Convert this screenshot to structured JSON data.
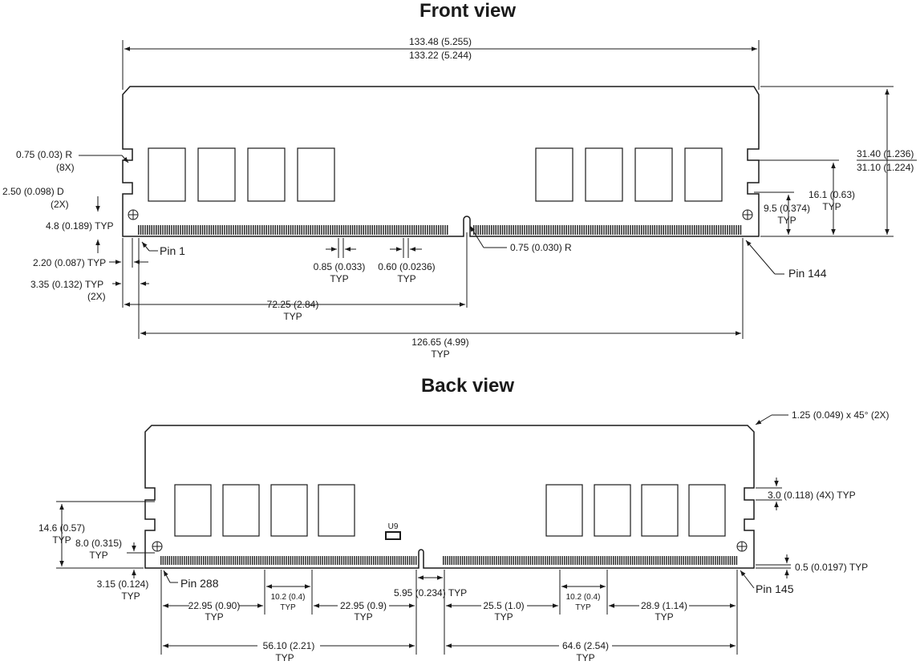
{
  "front": {
    "title": "Front view",
    "width_max": "133.48 (5.255)",
    "width_min": "133.22 (5.244)",
    "height_max": "31.40 (1.236)",
    "height_min": "31.10 (1.224)",
    "notch_radius": "0.75 (0.03) R",
    "notch_radius_count": "(8X)",
    "hole_diameter": "2.50 (0.098) D",
    "hole_count": "(2X)",
    "hole_height": "4.8 (0.189) TYP",
    "pin1": "Pin 1",
    "pin144": "Pin 144",
    "edge_offset": "2.20 (0.087) TYP",
    "pin_offset": "3.35 (0.132) TYP",
    "pin_offset_count": "(2X)",
    "pin_width": "0.85 (0.033)",
    "pin_width_typ": "TYP",
    "pin_gap": "0.60 (0.0236)",
    "pin_gap_typ": "TYP",
    "key_radius": "0.75 (0.030) R",
    "key_notch_height": "9.5 (0.374)",
    "key_notch_height_typ": "TYP",
    "side_notch_height": "16.1 (0.63)",
    "side_notch_height_typ": "TYP",
    "key_position": "72.25 (2.84)",
    "key_position_typ": "TYP",
    "pin_span": "126.65 (4.99)",
    "pin_span_typ": "TYP"
  },
  "back": {
    "title": "Back view",
    "chamfer": "1.25 (0.049) x 45° (2X)",
    "notch_height": "3.0 (0.118) (4X) TYP",
    "side_height": "14.6 (0.57)",
    "side_height_typ": "TYP",
    "hole_height": "8.0 (0.315)",
    "hole_height_typ": "TYP",
    "chip_label": "U9",
    "pin288": "Pin 288",
    "pin145": "Pin 145",
    "edge_gap": "3.15 (0.124)",
    "edge_gap_typ": "TYP",
    "key_width": "5.95 (0.234) TYP",
    "contact_thickness": "0.5 (0.0197) TYP",
    "left_seg1": "22.95 (0.90)",
    "left_seg1_typ": "TYP",
    "left_mid": "10.2 (0.4)",
    "left_mid_typ": "TYP",
    "left_seg2": "22.95 (0.9)",
    "left_seg2_typ": "TYP",
    "right_seg1": "25.5 (1.0)",
    "right_seg1_typ": "TYP",
    "right_mid": "10.2 (0.4)",
    "right_mid_typ": "TYP",
    "right_seg2": "28.9 (1.14)",
    "right_seg2_typ": "TYP",
    "left_span": "56.10 (2.21)",
    "left_span_typ": "TYP",
    "right_span": "64.6 (2.54)",
    "right_span_typ": "TYP"
  }
}
